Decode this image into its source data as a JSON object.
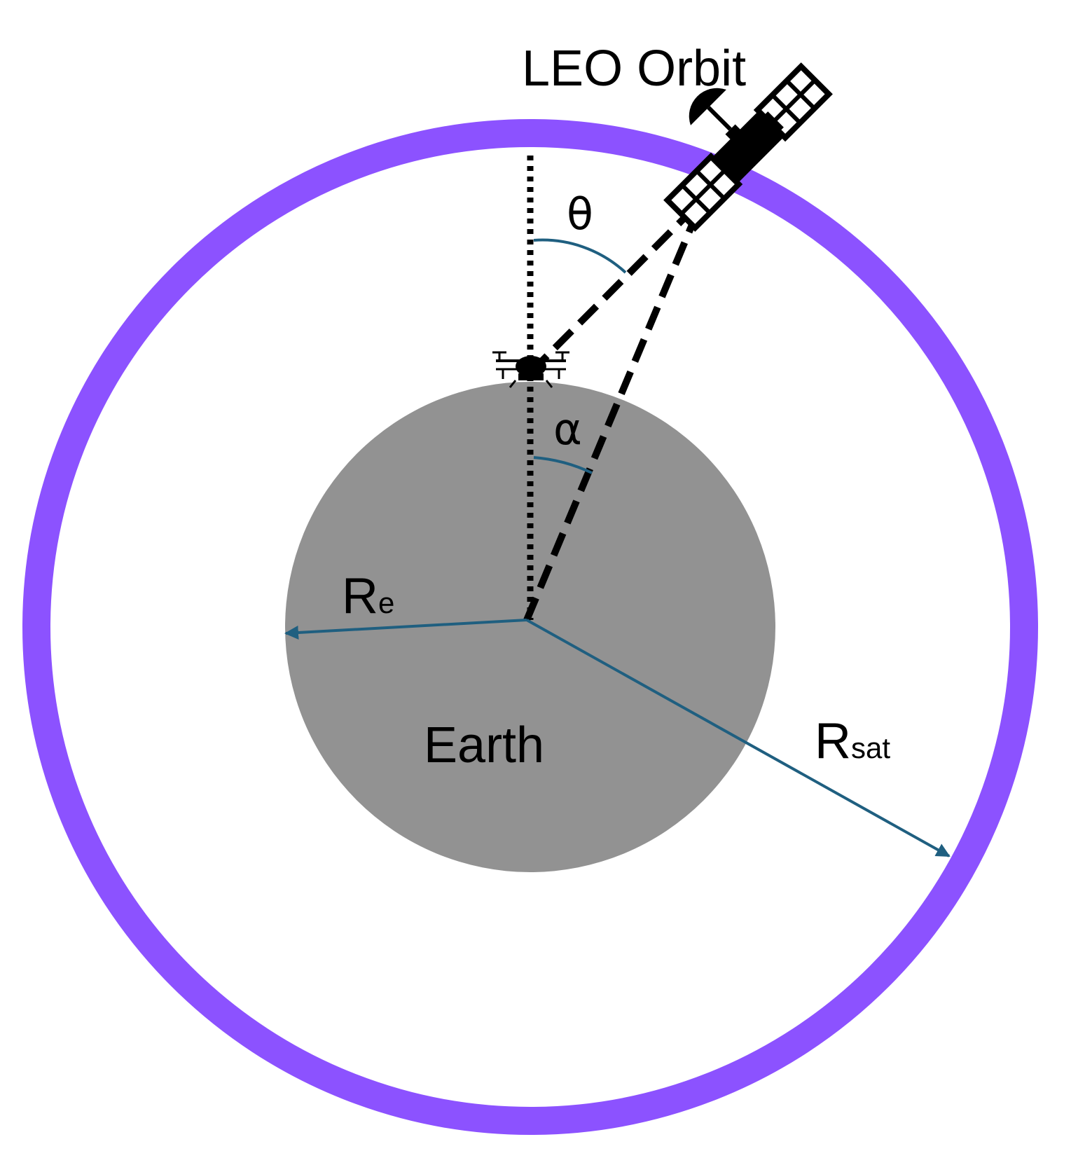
{
  "labels": {
    "orbit": "LEO Orbit",
    "earth": "Earth",
    "theta": "θ",
    "alpha": "α",
    "re_main": "R",
    "re_sub": "e",
    "rsat_main": "R",
    "rsat_sub": "sat"
  },
  "icons": {
    "satellite": "satellite-icon",
    "drone": "drone-icon"
  },
  "colors": {
    "orbit": "#8c52ff",
    "earth": "#929292",
    "radius_arrow": "#1f5f80",
    "angle_arc": "#1f5f80",
    "lines": "#000000"
  }
}
